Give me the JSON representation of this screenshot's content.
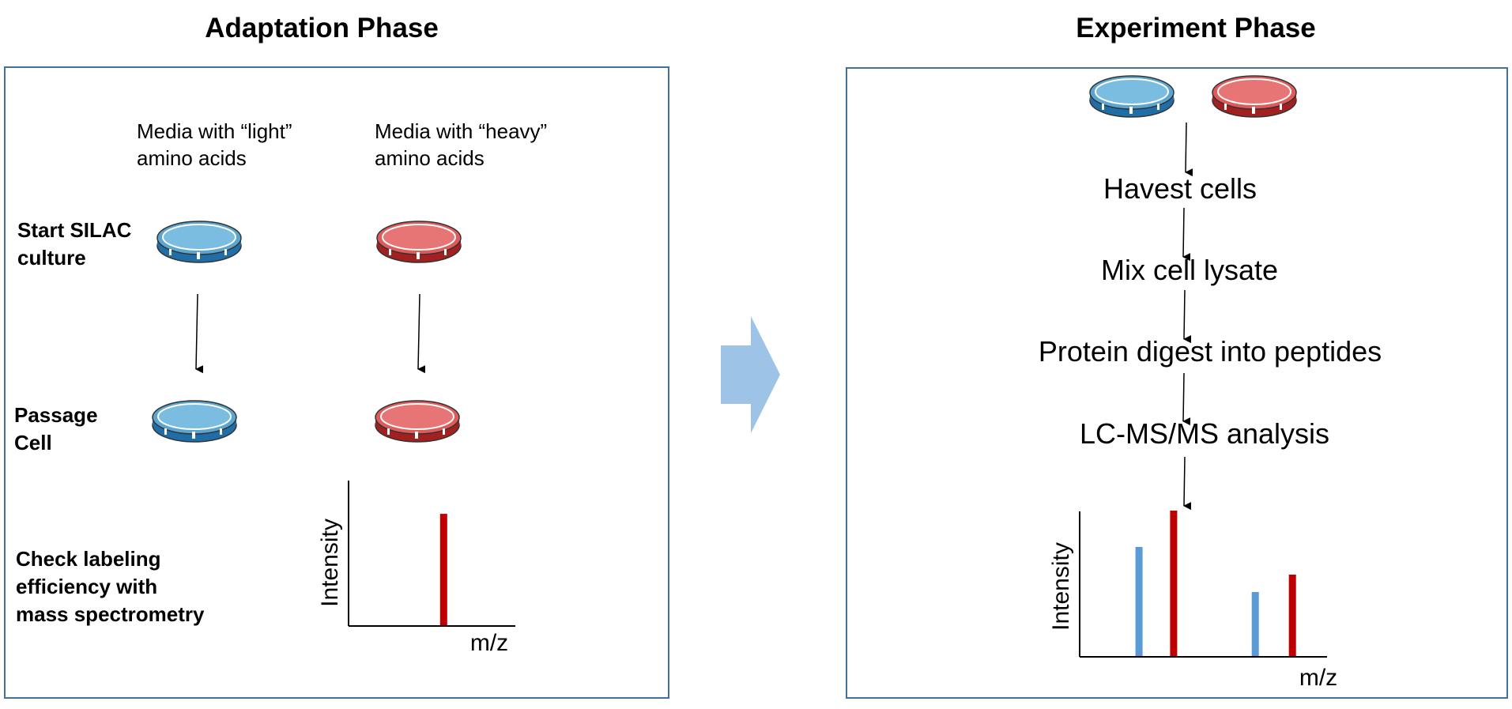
{
  "adaptation": {
    "title": "Adaptation Phase",
    "light_media_line1": "Media with “light”",
    "light_media_line2": "amino acids",
    "heavy_media_line1": "Media with “heavy”",
    "heavy_media_line2": "amino acids",
    "step1_line1": "Start SILAC",
    "step1_line2": "culture",
    "step2_line1": "Passage",
    "step2_line2": "Cell",
    "step3_line1": "Check labeling",
    "step3_line2": "efficiency with",
    "step3_line3": "mass spectrometry",
    "chart": {
      "ylabel": "Intensity",
      "xlabel": "m/z"
    }
  },
  "experiment": {
    "title": "Experiment Phase",
    "steps": [
      "Havest cells",
      "Mix cell lysate",
      "Protein digest into peptides",
      "LC-MS/MS analysis"
    ],
    "chart": {
      "ylabel": "Intensity",
      "xlabel": "m/z"
    }
  },
  "colors": {
    "light": "#5aa6d0",
    "light_dark": "#1f6ea8",
    "heavy": "#e05a5a",
    "heavy_dark": "#a32020",
    "peak_light": "#5b9bd5",
    "peak_heavy": "#c00000",
    "frame": "#41719c",
    "phase_arrow": "#9dc3e6"
  },
  "chart_data": [
    {
      "type": "bar",
      "chart": "adaptation-spectrum",
      "xlabel": "m/z",
      "ylabel": "Intensity",
      "series": [
        {
          "label": "heavy",
          "x": [
            0.57
          ],
          "values": [
            0.77
          ]
        }
      ],
      "xlim": [
        0,
        1
      ],
      "ylim": [
        0,
        1
      ]
    },
    {
      "type": "bar",
      "chart": "experiment-spectrum",
      "xlabel": "m/z",
      "ylabel": "Intensity",
      "series": [
        {
          "label": "light",
          "x": [
            0.24,
            0.71
          ],
          "values": [
            0.75,
            0.44
          ]
        },
        {
          "label": "heavy",
          "x": [
            0.38,
            0.86
          ],
          "values": [
            1.0,
            0.56
          ]
        }
      ],
      "xlim": [
        0,
        1
      ],
      "ylim": [
        0,
        1
      ]
    }
  ]
}
